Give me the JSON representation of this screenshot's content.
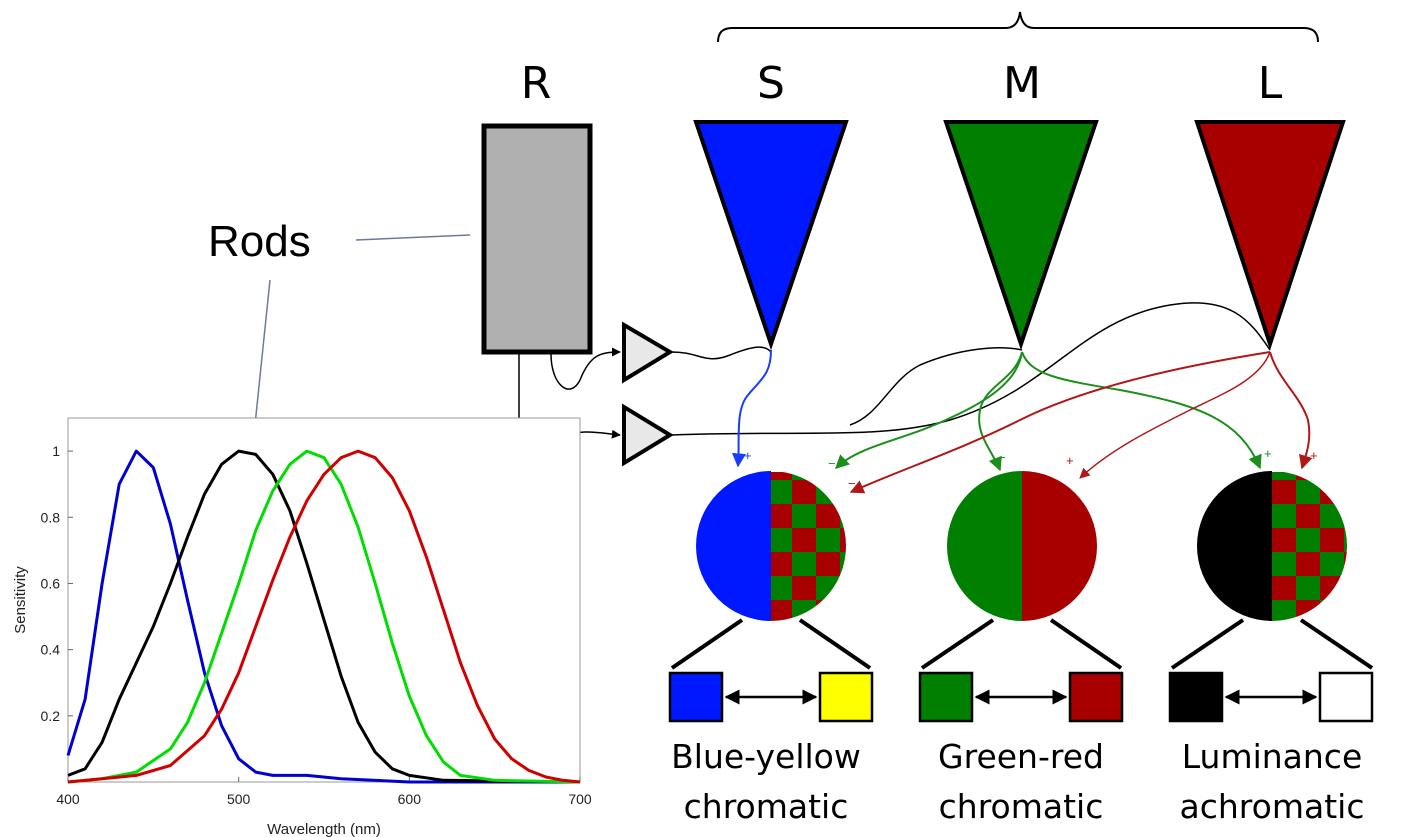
{
  "receptors": {
    "rod": {
      "letter": "R",
      "color": "#b0b0b0"
    },
    "s_cone": {
      "letter": "S",
      "color": "#0018ff"
    },
    "m_cone": {
      "letter": "M",
      "color": "#007f00"
    },
    "l_cone": {
      "letter": "L",
      "color": "#a80000"
    }
  },
  "rods_callout": "Rods",
  "channels": [
    {
      "line1": "Blue-yellow",
      "line2": "chromatic",
      "left_color": "#0018ff",
      "right_color": "#ffff00"
    },
    {
      "line1": "Green-red",
      "line2": "chromatic",
      "left_color": "#007f00",
      "right_color": "#a80000"
    },
    {
      "line1": "Luminance",
      "line2": "achromatic",
      "left_color": "#000000",
      "right_color": "#ffffff"
    }
  ],
  "signs": {
    "plus": "+",
    "minus": "−"
  },
  "chart_data": {
    "type": "line",
    "xlabel": "Wavelength (nm)",
    "ylabel": "Sensitivity",
    "xlim": [
      400,
      700
    ],
    "ylim": [
      0,
      1.1
    ],
    "xticks": [
      400,
      500,
      600,
      700
    ],
    "yticks": [
      0.2,
      0.4,
      0.6,
      0.8,
      1
    ],
    "grid": false,
    "series": [
      {
        "color": "#0000d0",
        "points": [
          [
            400,
            0.08
          ],
          [
            410,
            0.25
          ],
          [
            420,
            0.6
          ],
          [
            430,
            0.9
          ],
          [
            440,
            1.0
          ],
          [
            450,
            0.95
          ],
          [
            460,
            0.78
          ],
          [
            470,
            0.55
          ],
          [
            480,
            0.33
          ],
          [
            490,
            0.17
          ],
          [
            500,
            0.07
          ],
          [
            510,
            0.03
          ],
          [
            520,
            0.02
          ],
          [
            540,
            0.02
          ],
          [
            560,
            0.01
          ],
          [
            600,
            0.0
          ],
          [
            700,
            0.0
          ]
        ]
      },
      {
        "color": "#000000",
        "points": [
          [
            400,
            0.02
          ],
          [
            410,
            0.04
          ],
          [
            420,
            0.12
          ],
          [
            430,
            0.25
          ],
          [
            440,
            0.36
          ],
          [
            450,
            0.47
          ],
          [
            460,
            0.6
          ],
          [
            470,
            0.74
          ],
          [
            480,
            0.87
          ],
          [
            490,
            0.96
          ],
          [
            500,
            1.0
          ],
          [
            510,
            0.99
          ],
          [
            520,
            0.93
          ],
          [
            530,
            0.82
          ],
          [
            540,
            0.66
          ],
          [
            550,
            0.49
          ],
          [
            560,
            0.32
          ],
          [
            570,
            0.18
          ],
          [
            580,
            0.09
          ],
          [
            590,
            0.04
          ],
          [
            600,
            0.02
          ],
          [
            620,
            0.005
          ],
          [
            700,
            0.0
          ]
        ]
      },
      {
        "color": "#00dd00",
        "points": [
          [
            400,
            0.0
          ],
          [
            420,
            0.01
          ],
          [
            440,
            0.03
          ],
          [
            460,
            0.1
          ],
          [
            470,
            0.18
          ],
          [
            480,
            0.3
          ],
          [
            490,
            0.45
          ],
          [
            500,
            0.6
          ],
          [
            510,
            0.76
          ],
          [
            520,
            0.88
          ],
          [
            530,
            0.96
          ],
          [
            540,
            1.0
          ],
          [
            550,
            0.98
          ],
          [
            560,
            0.9
          ],
          [
            570,
            0.77
          ],
          [
            580,
            0.6
          ],
          [
            590,
            0.42
          ],
          [
            600,
            0.26
          ],
          [
            610,
            0.14
          ],
          [
            620,
            0.06
          ],
          [
            630,
            0.02
          ],
          [
            650,
            0.005
          ],
          [
            700,
            0.0
          ]
        ]
      },
      {
        "color": "#d00000",
        "points": [
          [
            400,
            0.0
          ],
          [
            420,
            0.01
          ],
          [
            440,
            0.02
          ],
          [
            460,
            0.05
          ],
          [
            480,
            0.14
          ],
          [
            490,
            0.22
          ],
          [
            500,
            0.33
          ],
          [
            510,
            0.47
          ],
          [
            520,
            0.61
          ],
          [
            530,
            0.74
          ],
          [
            540,
            0.85
          ],
          [
            550,
            0.93
          ],
          [
            560,
            0.98
          ],
          [
            570,
            1.0
          ],
          [
            580,
            0.98
          ],
          [
            590,
            0.92
          ],
          [
            600,
            0.82
          ],
          [
            610,
            0.68
          ],
          [
            620,
            0.52
          ],
          [
            630,
            0.36
          ],
          [
            640,
            0.23
          ],
          [
            650,
            0.13
          ],
          [
            660,
            0.07
          ],
          [
            670,
            0.035
          ],
          [
            680,
            0.015
          ],
          [
            690,
            0.005
          ],
          [
            700,
            0.0
          ]
        ]
      }
    ]
  }
}
